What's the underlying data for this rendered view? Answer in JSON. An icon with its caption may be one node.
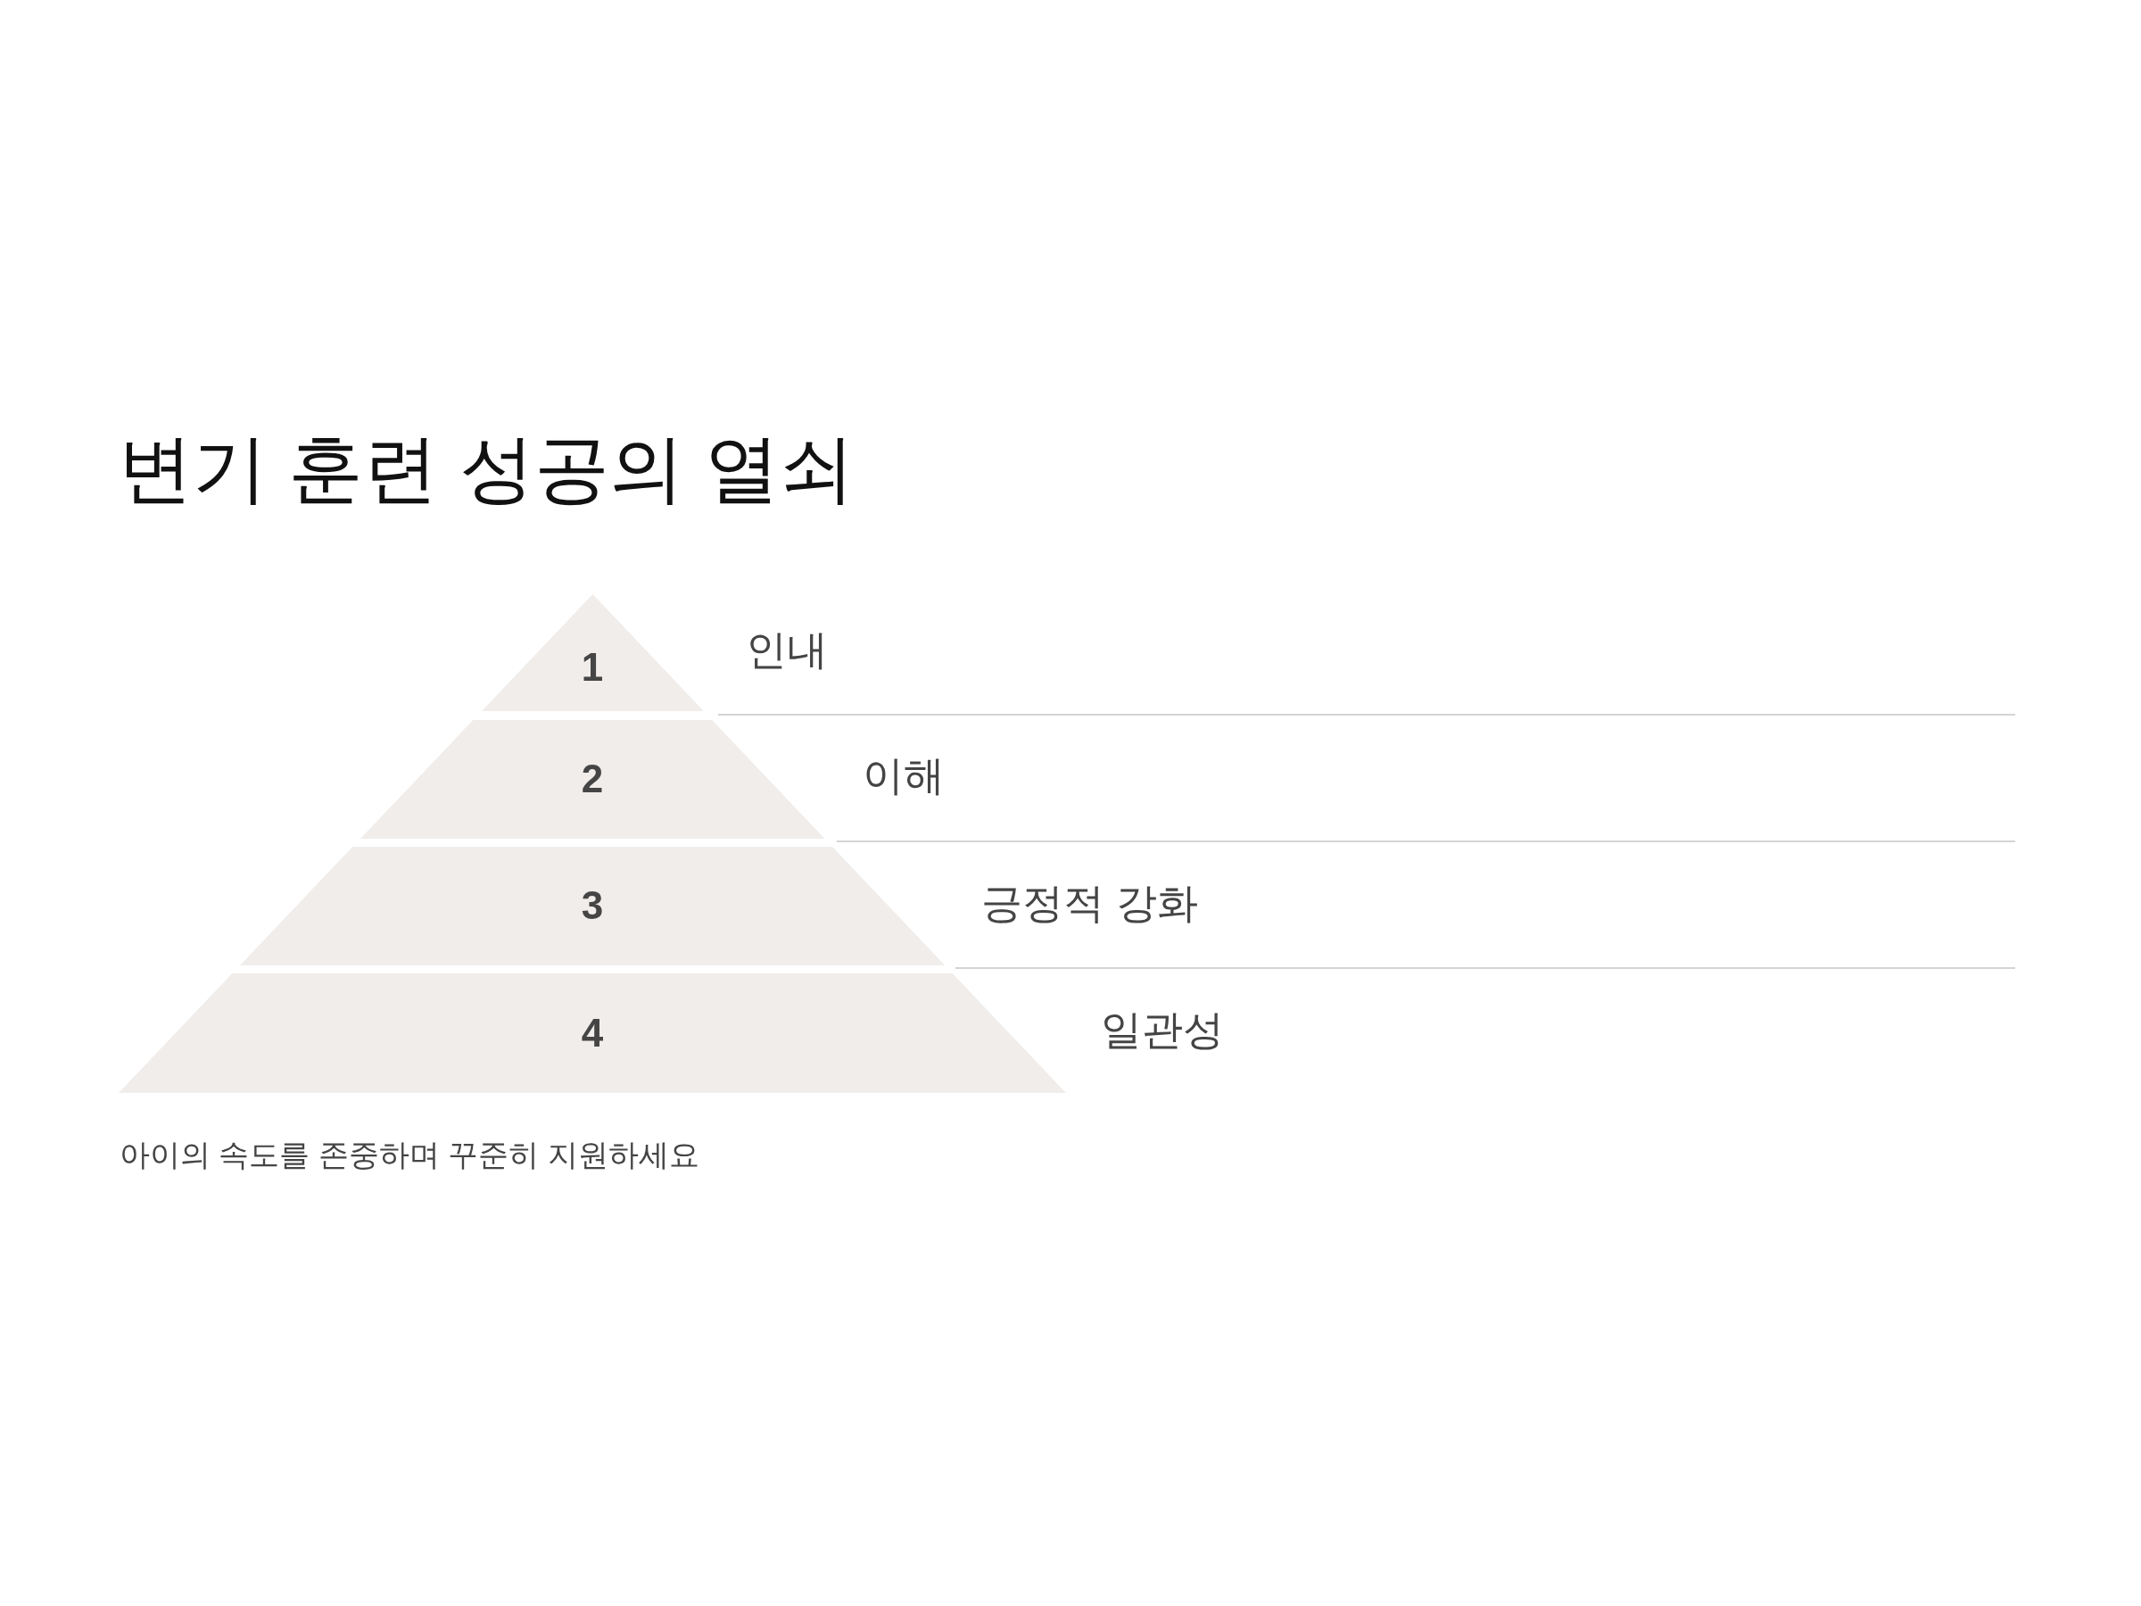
{
  "diagram": {
    "title": "변기 훈련 성공의 열쇠",
    "caption": "아이의 속도를 존중하며 꾸준히 지원하세요",
    "nodes": [
      {
        "text": [
          "1"
        ],
        "beside": [
          "인내"
        ]
      },
      {
        "text": [
          "2"
        ],
        "beside": [
          "이해"
        ]
      },
      {
        "text": [
          "3"
        ],
        "beside": [
          "긍정적 강화"
        ]
      },
      {
        "text": [
          "4"
        ],
        "beside": [
          "일관성"
        ]
      }
    ]
  }
}
